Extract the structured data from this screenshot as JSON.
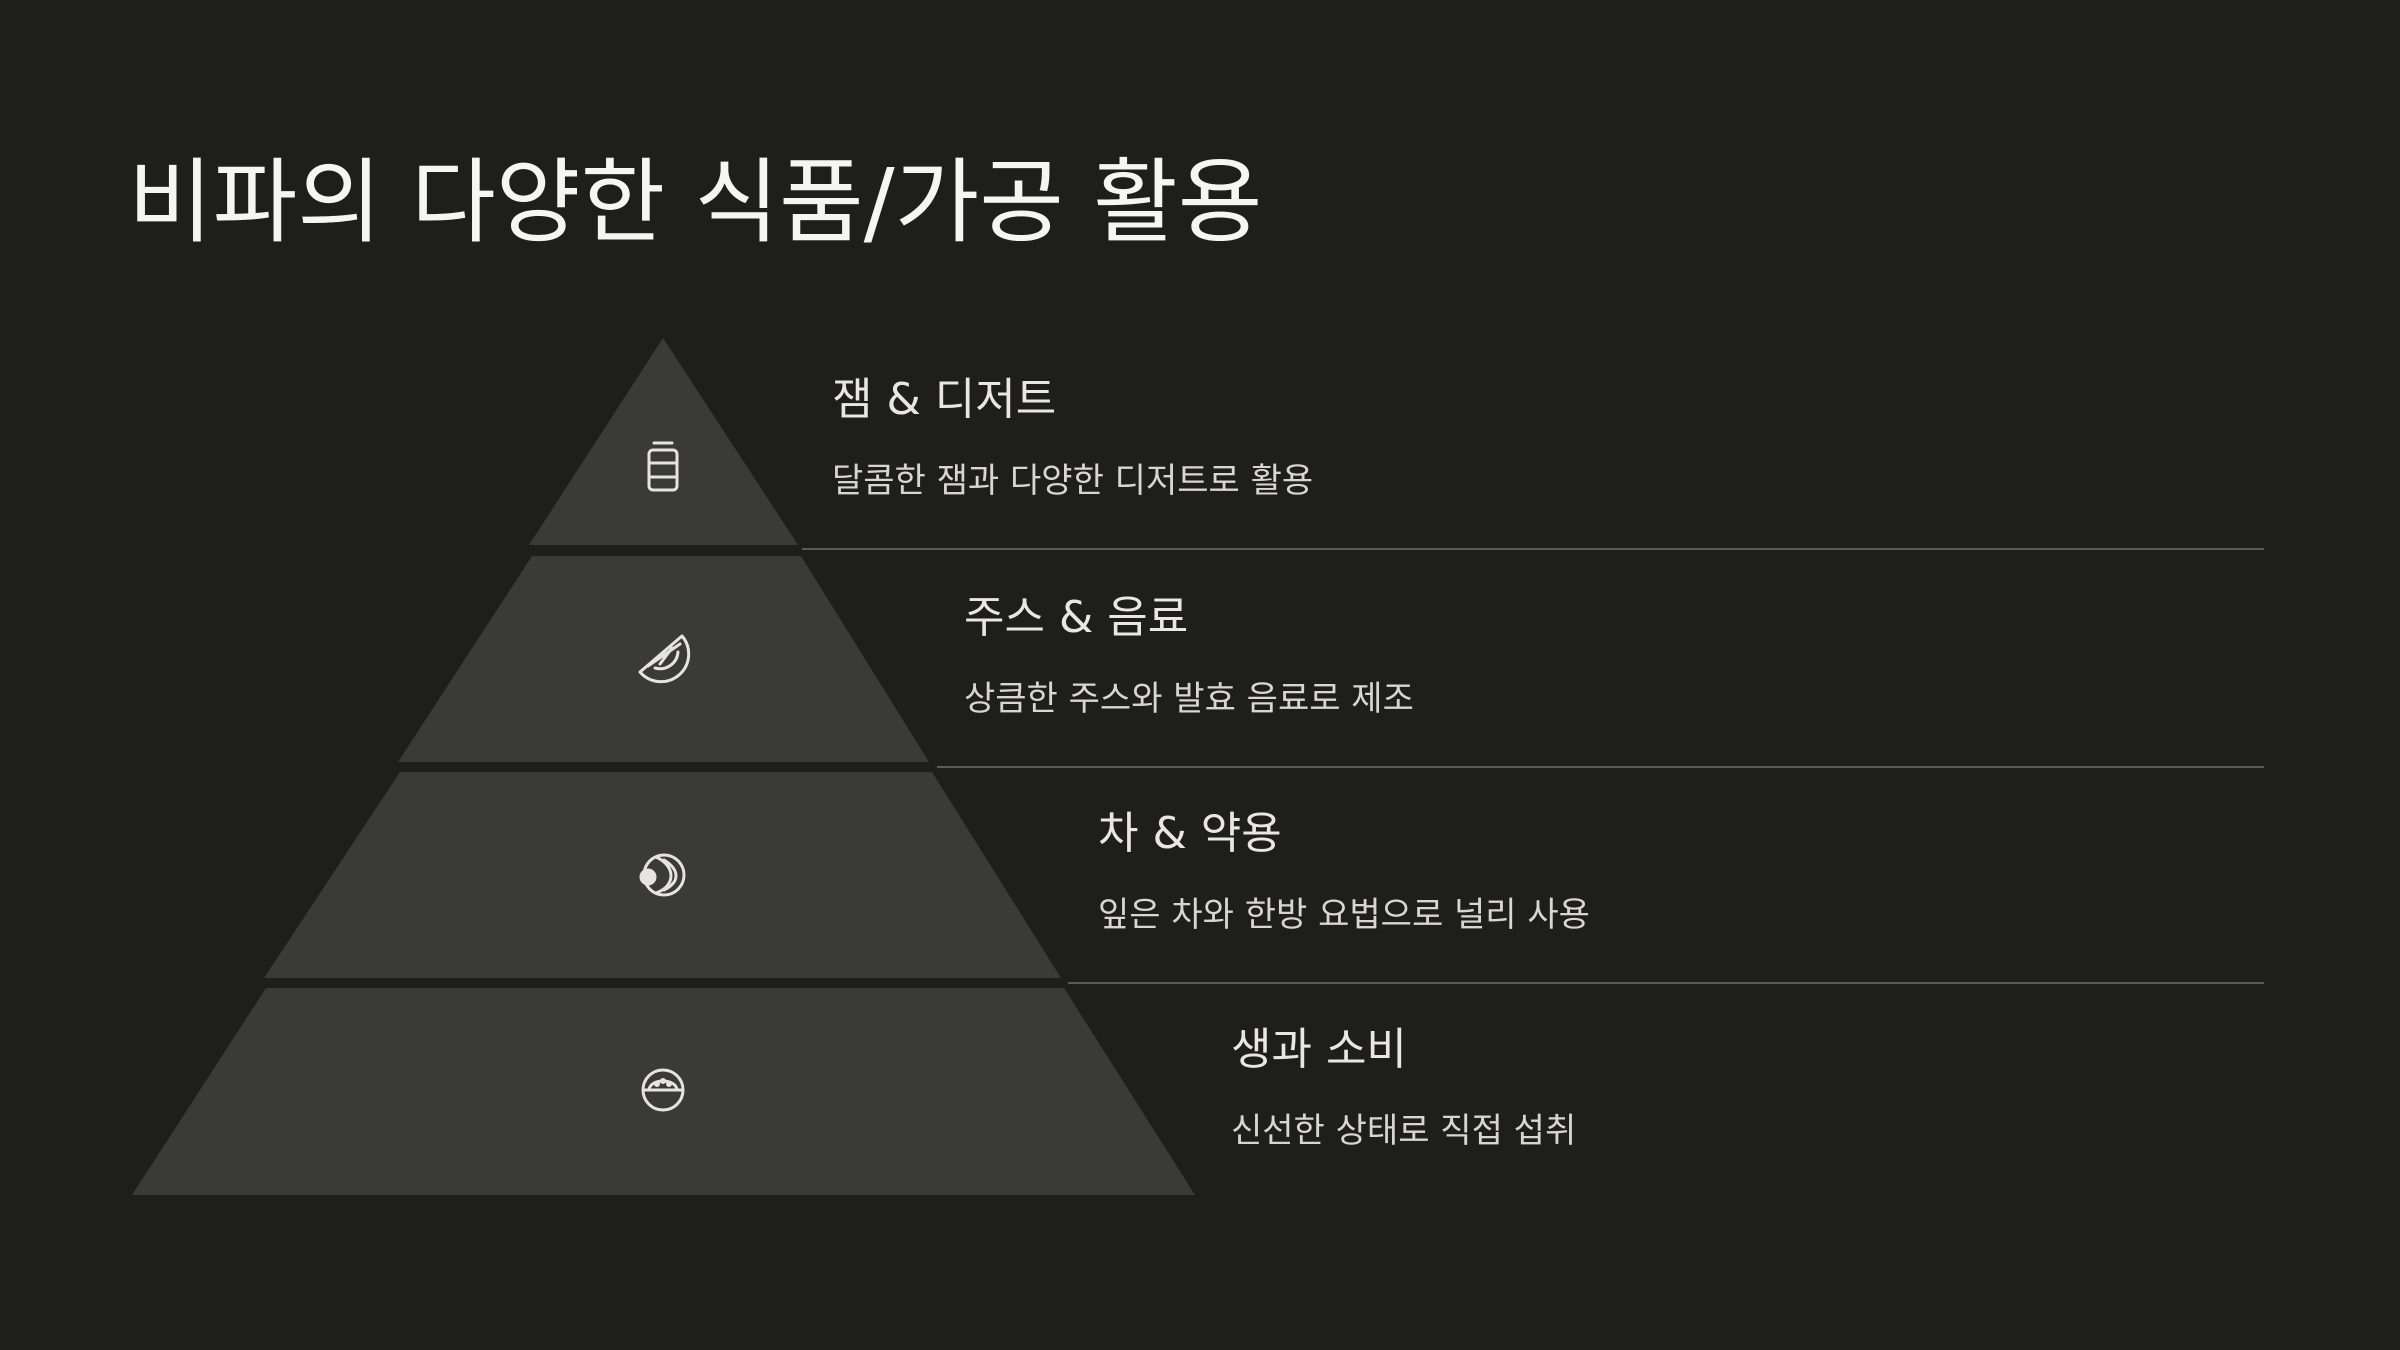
{
  "title": "비파의 다양한 식품/가공 활용",
  "colors": {
    "background": "#1e1e1d",
    "tier_fill": "#3a3a39",
    "divider": "#5a5a58",
    "icon": "#e6e4de",
    "text": "#e9e7e1"
  },
  "tiers": [
    {
      "title": "잼 & 디저트",
      "description": "달콤한 잼과 다양한 디저트로 활용",
      "icon": "jar-icon"
    },
    {
      "title": "주스 & 음료",
      "description": "상큼한 주스와 발효 음료로 제조",
      "icon": "fruit-slice-icon"
    },
    {
      "title": "차 & 약용",
      "description": "잎은 차와 한방 요법으로 널리 사용",
      "icon": "herb-icon"
    },
    {
      "title": "생과 소비",
      "description": "신선한 상태로 직접 섭취",
      "icon": "fruit-bowl-icon"
    }
  ]
}
